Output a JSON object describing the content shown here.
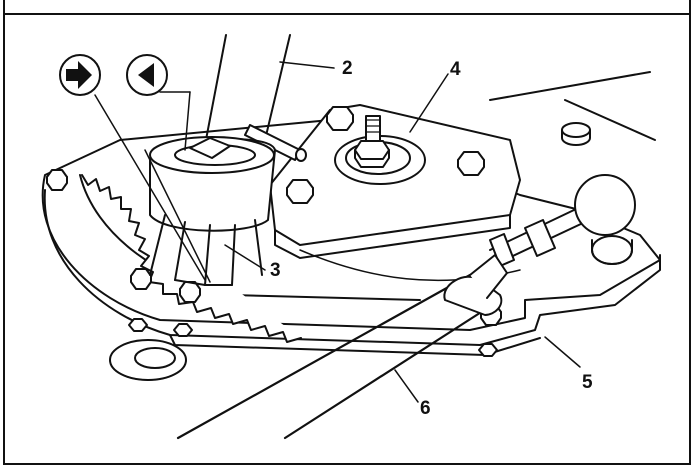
{
  "figure": {
    "callouts": [
      "2",
      "3",
      "4",
      "5",
      "6"
    ],
    "direction_arrows": [
      "right-arrow-icon",
      "left-arrow-icon"
    ],
    "colors": {
      "line": "#111111",
      "fill": "#ffffff",
      "shade": "#d8d8d8"
    }
  }
}
